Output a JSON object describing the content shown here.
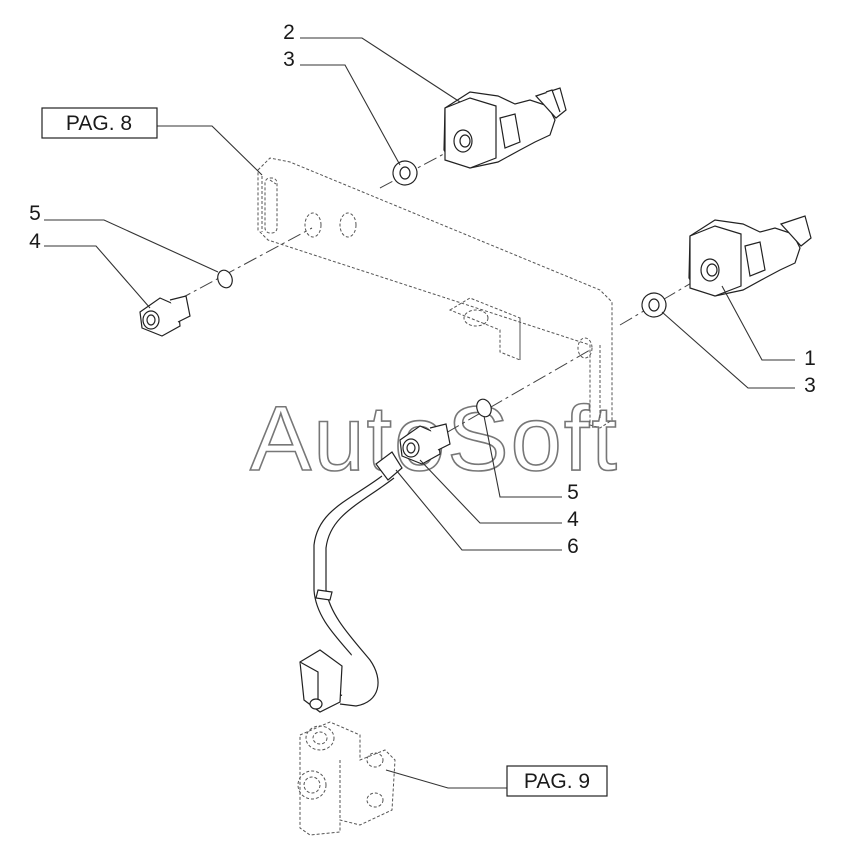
{
  "diagram": {
    "watermark": "AutoSoft",
    "page_refs": [
      {
        "id": "pag8",
        "label": "PAG. 8"
      },
      {
        "id": "pag9",
        "label": "PAG. 9"
      }
    ],
    "callouts": [
      {
        "id": "c2-top",
        "label": "2"
      },
      {
        "id": "c3-top",
        "label": "3"
      },
      {
        "id": "c5-left",
        "label": "5"
      },
      {
        "id": "c4-left",
        "label": "4"
      },
      {
        "id": "c1-right",
        "label": "1"
      },
      {
        "id": "c3-right",
        "label": "3"
      },
      {
        "id": "c5-mid",
        "label": "5"
      },
      {
        "id": "c4-mid",
        "label": "4"
      },
      {
        "id": "c6-mid",
        "label": "6"
      }
    ]
  }
}
